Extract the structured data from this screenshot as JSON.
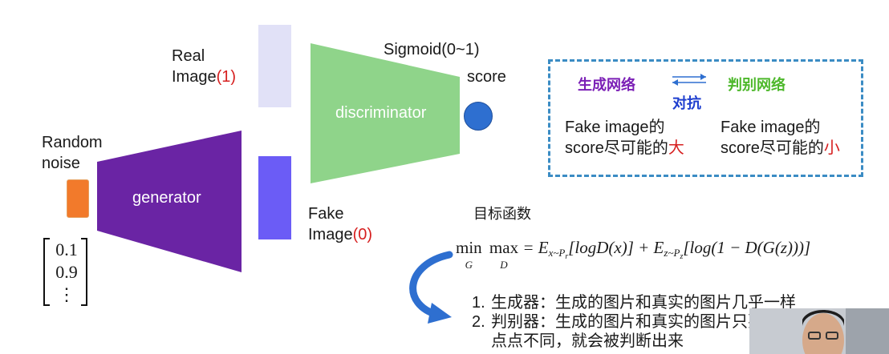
{
  "labels": {
    "random_noise_line1": "Random",
    "random_noise_line2": "noise",
    "real_image_line1": "Real",
    "real_image_line2": "Image",
    "real_value": "(1)",
    "fake_image_line1": "Fake",
    "fake_image_line2": "Image",
    "fake_value": "(0)",
    "sigmoid": "Sigmoid(0~1)",
    "score": "score",
    "generator": "generator",
    "discriminator": "discriminator"
  },
  "vector": [
    "0.1",
    "0.9",
    "⋮"
  ],
  "adversarial_box": {
    "left_title": "生成网络",
    "right_title": "判别网络",
    "middle_label": "对抗",
    "left_line1": "Fake image的",
    "left_line2": "score尽可能的",
    "left_emphasis": "大",
    "right_line1": "Fake image的",
    "right_line2": "score尽可能的",
    "right_emphasis": "小"
  },
  "objective": {
    "title": "目标函数",
    "min": "min",
    "min_sub": "G",
    "max": "max",
    "max_sub": "D",
    "rhs": "= E",
    "term1_sub": "x~P",
    "term1_subsub": "r",
    "term1": "[logD(x)] + E",
    "term2_sub": "z~P",
    "term2_subsub": "z",
    "term2": "[log(1 − D(G(z)))]"
  },
  "list": [
    {
      "num": "1.",
      "text": "生成器：生成的图片和真实的图片几乎一样"
    },
    {
      "num": "2.",
      "text": "判别器：生成的图片和真实的图片只要有"
    },
    {
      "num": "",
      "text": "点点不同，就会被判断出来"
    }
  ],
  "colors": {
    "generator": "#6a24a4",
    "discriminator": "#8fd48a",
    "left_title": "#7b1fb6",
    "right_title": "#4db82b",
    "middle_label": "#1f3fcf",
    "emphasis": "#d61f1f",
    "arrow": "#2e6fd0"
  }
}
